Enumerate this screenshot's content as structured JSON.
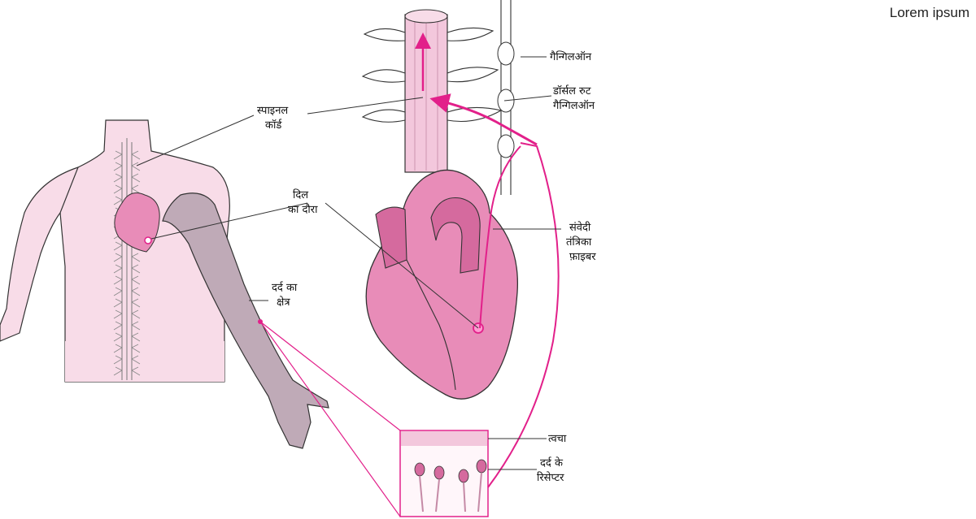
{
  "corner_text": "Lorem ipsum",
  "labels": {
    "ganglion": "गैन्गिलऑन",
    "dorsal_root_1": "डॉर्सल रुट",
    "dorsal_root_2": "गैन्गिलऑन",
    "spinal_cord_1": "स्पाइनल",
    "spinal_cord_2": "कॉर्ड",
    "heart_attack_1": "दिल",
    "heart_attack_2": "का दौरा",
    "sensory_nerve_1": "संवेदी",
    "sensory_nerve_2": "तंत्रिका",
    "sensory_nerve_3": "फ़ाइबर",
    "pain_area_1": "दर्द का",
    "pain_area_2": "क्षेत्र",
    "skin": "त्वचा",
    "pain_receptor_1": "दर्द के",
    "pain_receptor_2": "रिसेप्टर"
  },
  "colors": {
    "body_pink": "#f8dce8",
    "heart_pink": "#e88cb8",
    "heart_dark": "#d56a9e",
    "arm_gray": "#bfaab7",
    "nerve_magenta": "#e2208a",
    "outline": "#333333"
  }
}
